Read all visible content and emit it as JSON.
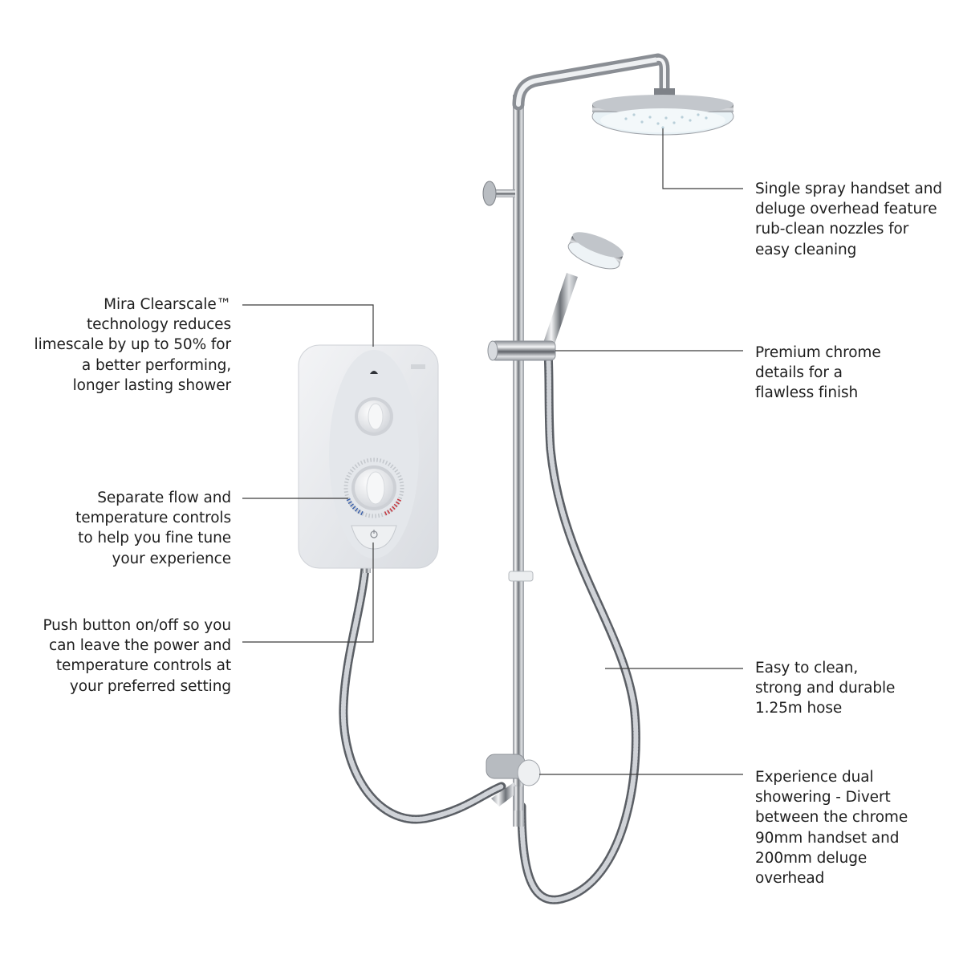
{
  "diagram": {
    "subject": "Electric shower with rigid riser rail, overhead deluge head, handset and hose",
    "colors": {
      "background": "#ffffff",
      "text": "#1e1e1e",
      "leader_line": "#3c3c3c",
      "chrome": "#c8cbcf",
      "unit_body": "#e9ebee",
      "cold_indicator": "#3a5fa8",
      "hot_indicator": "#c8343c"
    },
    "callouts": [
      {
        "id": "clearscale",
        "side": "left",
        "lines": [
          "Mira Clearscale™",
          "technology reduces",
          "limescale by up to 50% for",
          "a better performing,",
          "longer lasting shower"
        ]
      },
      {
        "id": "controls",
        "side": "left",
        "lines": [
          "Separate flow and",
          "temperature controls",
          "to help you fine tune",
          "your experience"
        ]
      },
      {
        "id": "push-button",
        "side": "left",
        "lines": [
          "Push button on/off so you",
          "can leave the power and",
          "temperature controls at",
          "your preferred setting"
        ]
      },
      {
        "id": "handset-overhead",
        "side": "right",
        "lines": [
          "Single spray handset and",
          "deluge overhead feature",
          "rub-clean nozzles for",
          "easy cleaning"
        ]
      },
      {
        "id": "chrome-details",
        "side": "right",
        "lines": [
          "Premium chrome",
          "details for a",
          "flawless finish"
        ]
      },
      {
        "id": "hose",
        "side": "right",
        "lines": [
          "Easy to clean,",
          "strong and durable",
          "1.25m hose"
        ]
      },
      {
        "id": "diverter",
        "side": "right",
        "lines": [
          "Experience dual",
          "showering - Divert",
          "between the chrome",
          "90mm handset and",
          "200mm deluge",
          "overhead"
        ]
      }
    ]
  }
}
